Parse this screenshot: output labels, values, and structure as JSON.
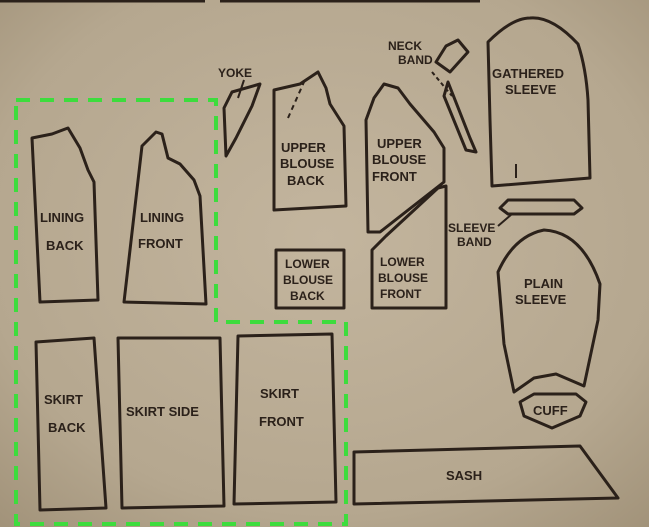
{
  "colors": {
    "paper": "#b8aa93",
    "ink": "#2b211a",
    "highlight": "#3ddc3d"
  },
  "pieces": {
    "yoke": "YOKE",
    "neck_band": [
      "NECK",
      "BAND"
    ],
    "gathered_sleeve": [
      "GATHERED",
      "SLEEVE"
    ],
    "upper_blouse_back": [
      "UPPER",
      "BLOUSE",
      "BACK"
    ],
    "upper_blouse_front": [
      "UPPER",
      "BLOUSE",
      "FRONT"
    ],
    "lining_back": [
      "LINING",
      "BACK"
    ],
    "lining_front": [
      "LINING",
      "FRONT"
    ],
    "lower_blouse_back": [
      "LOWER",
      "BLOUSE",
      "BACK"
    ],
    "lower_blouse_front": [
      "LOWER",
      "BLOUSE",
      "FRONT"
    ],
    "sleeve_band": [
      "SLEEVE",
      "BAND"
    ],
    "plain_sleeve": [
      "PLAIN",
      "SLEEVE"
    ],
    "skirt_back": [
      "SKIRT",
      "BACK"
    ],
    "skirt_side": "SKIRT SIDE",
    "skirt_front": [
      "SKIRT",
      "FRONT"
    ],
    "cuff": "CUFF",
    "sash": "SASH"
  }
}
